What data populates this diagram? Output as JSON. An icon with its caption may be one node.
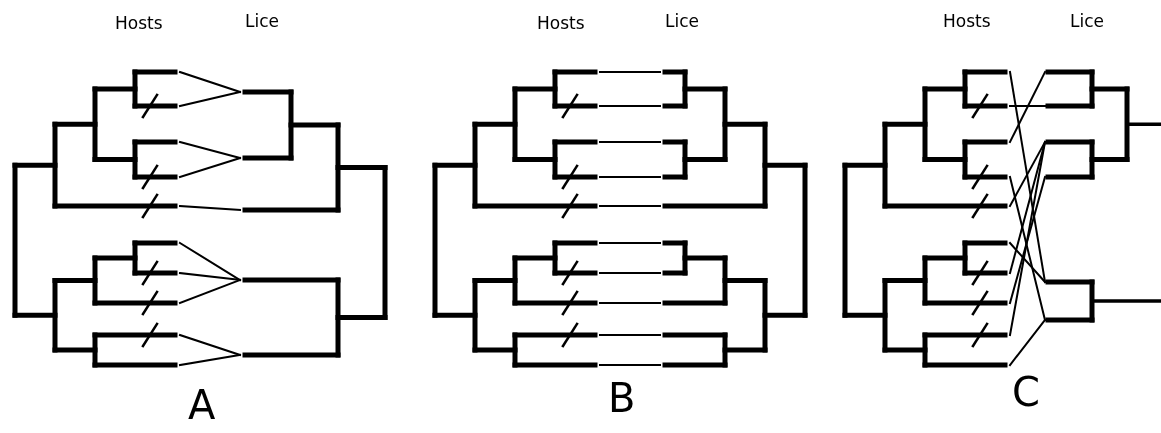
{
  "diagram": {
    "labels": [
      "Hosts",
      "Lice",
      "Hosts",
      "Lice",
      "Hosts",
      "Lice",
      "A",
      "B",
      "C"
    ]
  }
}
